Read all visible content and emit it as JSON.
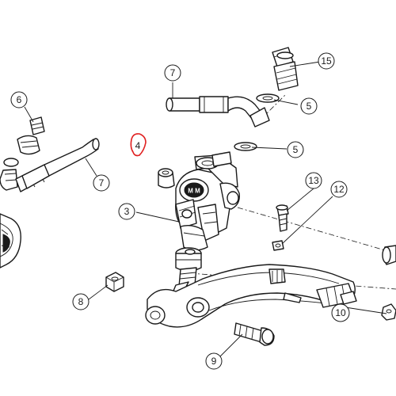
{
  "callouts": {
    "c3": "3",
    "c4": "4",
    "c5a": "5",
    "c5b": "5",
    "c6": "6",
    "c7a": "7",
    "c7b": "7",
    "c8": "8",
    "c9": "9",
    "c10": "10",
    "c12": "12",
    "c13": "13",
    "c15": "15"
  },
  "highlight": {
    "part": "4",
    "color": "#e02020"
  },
  "master_cylinder_logo": "M M"
}
